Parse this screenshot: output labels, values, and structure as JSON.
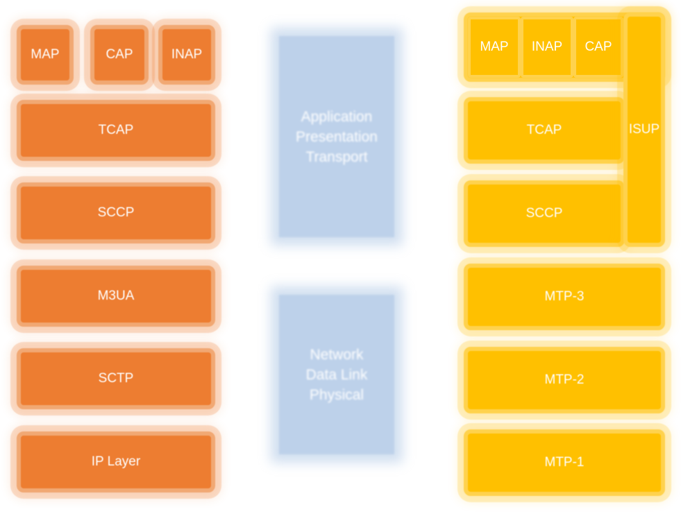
{
  "sigtran_stack": {
    "top_row": [
      "MAP",
      "CAP",
      "INAP"
    ],
    "layers": [
      "TCAP",
      "SCCP",
      "M3UA",
      "SCTP",
      "IP Layer"
    ]
  },
  "osi_groups": {
    "upper": [
      "Application",
      "Presentation",
      "Transport"
    ],
    "lower": [
      "Network",
      "Data Link",
      "Physical"
    ]
  },
  "ss7_stack": {
    "top_row": [
      "MAP",
      "INAP",
      "CAP"
    ],
    "isup": "ISUP",
    "layers": [
      "TCAP",
      "SCCP",
      "MTP-3",
      "MTP-2",
      "MTP-1"
    ]
  },
  "colors": {
    "sigtran": "#ed7d31",
    "ss7": "#ffc000",
    "osi": "#bdd1ea"
  }
}
